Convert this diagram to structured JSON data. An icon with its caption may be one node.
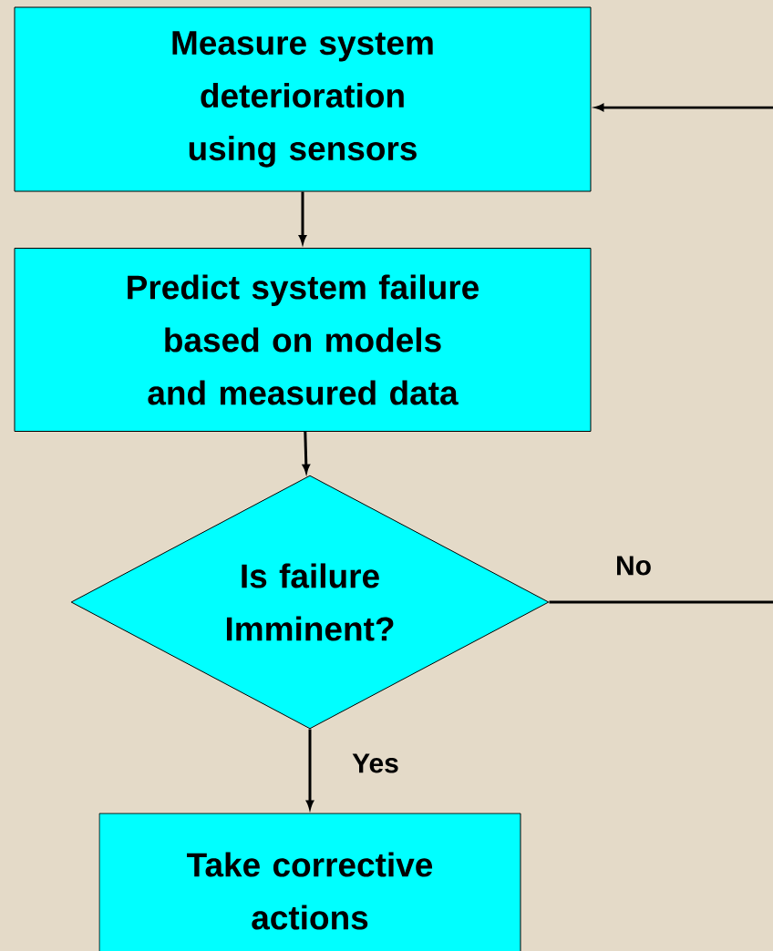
{
  "diagram": {
    "nodes": [
      {
        "text": [
          "Measure system deterioration using sensors"
        ]
      },
      {
        "text": [
          "Predict system failure based on models and measured data"
        ]
      },
      {
        "text": [
          "Is failure Imminent?"
        ]
      },
      {
        "text": [
          "Take corrective actions"
        ]
      }
    ],
    "edges": [
      {
        "from": 0,
        "to": 1,
        "arrow": "to"
      },
      {
        "from": 1,
        "to": 2,
        "arrow": "to"
      },
      {
        "from": 2,
        "to": 3,
        "arrow": "to",
        "label": "Yes"
      },
      {
        "from": 2,
        "to": 0,
        "arrow": "to",
        "label": "No"
      }
    ]
  }
}
